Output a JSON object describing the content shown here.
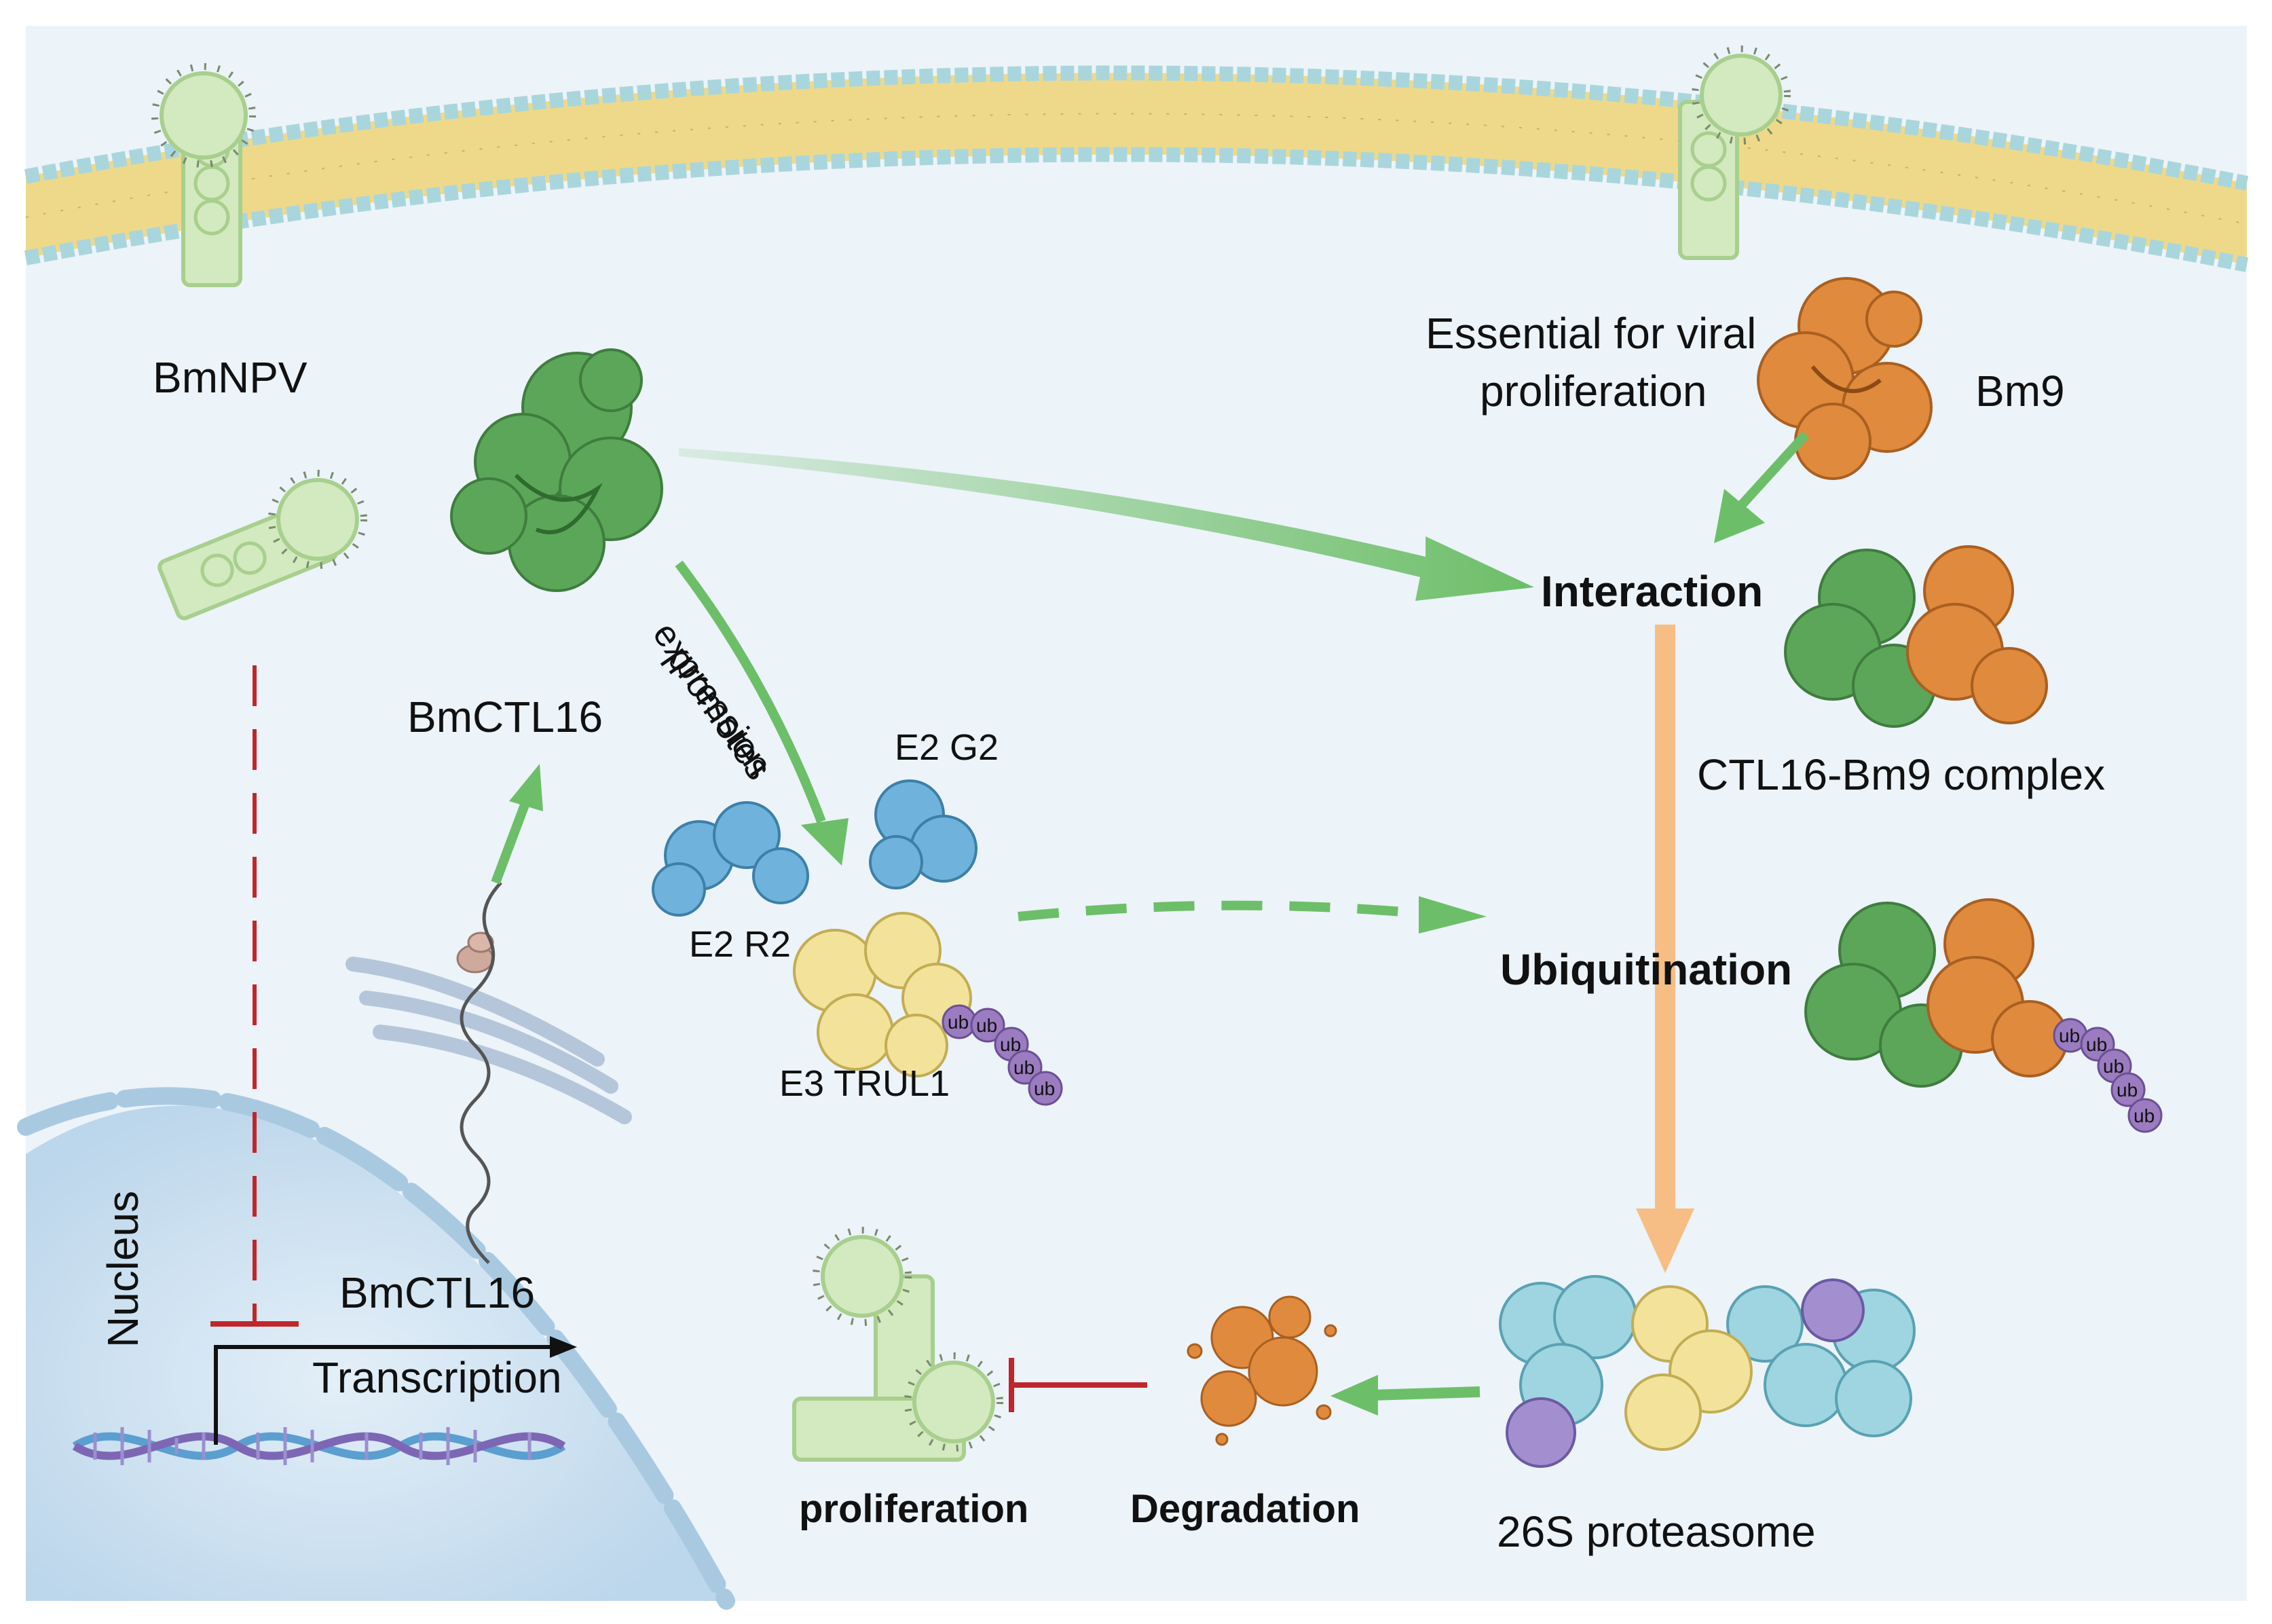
{
  "labels": {
    "bmnpv": "BmNPV",
    "bmctl16_protein": "BmCTL16",
    "essential_line1": "Essential for viral",
    "essential_line2": "proliferation",
    "bm9": "Bm9",
    "interaction": "Interaction",
    "complex": "CTL16-Bm9 complex",
    "promotes": "promotes",
    "expression": "expression",
    "e2g2": "E2 G2",
    "e2r2": "E2 R2",
    "e3trul1": "E3 TRUL1",
    "ubiquitination": "Ubiquitination",
    "nucleus": "Nucleus",
    "bmctl16_gene": "BmCTL16",
    "transcription": "Transcription",
    "proliferation": "proliferation",
    "degradation": "Degradation",
    "proteasome": "26S proteasome",
    "ub": "ub"
  },
  "colors": {
    "background": "#ecf3f9",
    "membrane_head": "#a9d6dc",
    "membrane_tail": "#eed98a",
    "green_protein": "#5ca65a",
    "orange_protein": "#e08a3d",
    "blue_enzyme": "#6fb3dc",
    "yellow_enzyme": "#f3e39a",
    "ubiquitin": "#9b7cc0",
    "arrow_green": "#6dbe68",
    "arrow_orange": "#f6be84",
    "inhibit_red": "#c0262b",
    "virus_green": "#d3e9bf",
    "nucleus_blue": "#cfe3f1"
  }
}
